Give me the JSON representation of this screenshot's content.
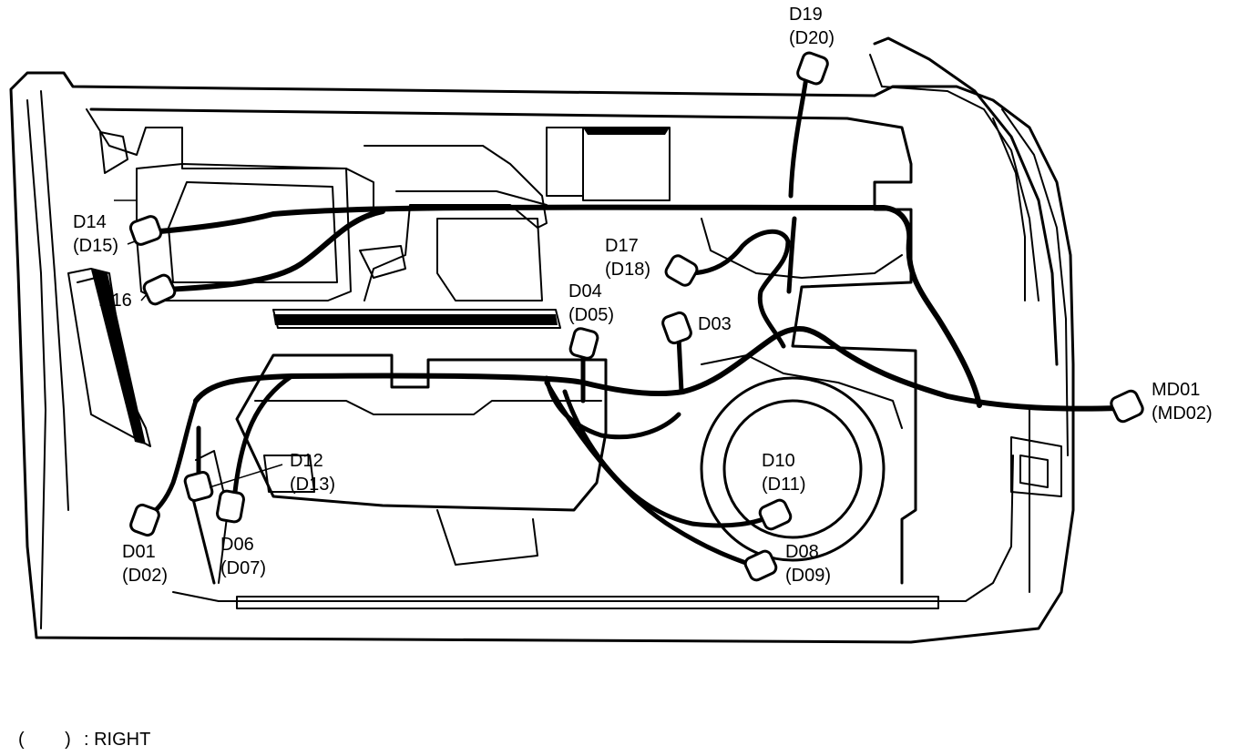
{
  "connectors": [
    {
      "id": "D19",
      "line1": "D19",
      "line2": "(D20)"
    },
    {
      "id": "D14",
      "line1": "D14",
      "line2": "(D15)"
    },
    {
      "id": "D16",
      "line1": "D16",
      "line2": ""
    },
    {
      "id": "D17",
      "line1": "D17",
      "line2": "(D18)"
    },
    {
      "id": "D04",
      "line1": "D04",
      "line2": "(D05)"
    },
    {
      "id": "D03",
      "line1": "D03",
      "line2": ""
    },
    {
      "id": "MD01",
      "line1": "MD01",
      "line2": "(MD02)"
    },
    {
      "id": "D12",
      "line1": "D12",
      "line2": "(D13)"
    },
    {
      "id": "D10",
      "line1": "D10",
      "line2": "(D11)"
    },
    {
      "id": "D01",
      "line1": "D01",
      "line2": "(D02)"
    },
    {
      "id": "D06",
      "line1": "D06",
      "line2": "(D07)"
    },
    {
      "id": "D08",
      "line1": "D08",
      "line2": "(D09)"
    }
  ],
  "legend": {
    "symbol": "(        )",
    "text": ": RIGHT"
  }
}
